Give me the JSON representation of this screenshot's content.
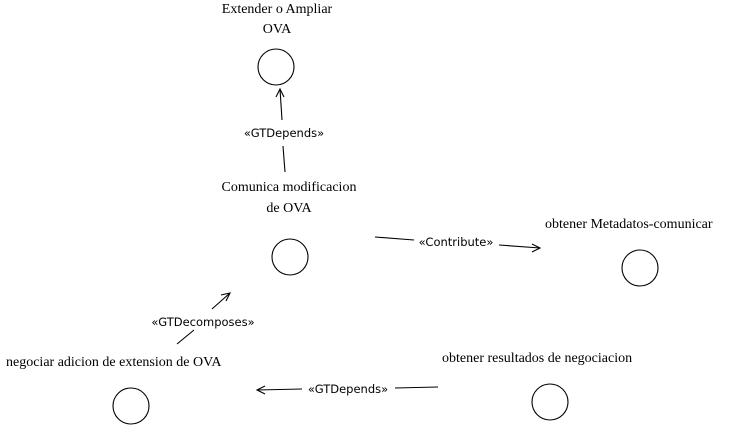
{
  "goals": {
    "extender": {
      "line1": "Extender o Ampliar",
      "line2": "OVA"
    },
    "comunica": {
      "line1": "Comunica modificacion",
      "line2": "de OVA"
    },
    "metadatos": {
      "line1": "obtener Metadatos-comunicar"
    },
    "negociar": {
      "line1": "negociar adicion de extension de OVA"
    },
    "resultados": {
      "line1": "obtener resultados de negociacion"
    }
  },
  "links": {
    "comunica_to_extender": "«GTDepends»",
    "comunica_to_metadatos": "«Contribute»",
    "negociar_to_comunica": "«GTDecomposes»",
    "resultados_to_negociar": "«GTDepends»"
  },
  "colors": {
    "stroke": "#000000",
    "background": "#ffffff"
  }
}
